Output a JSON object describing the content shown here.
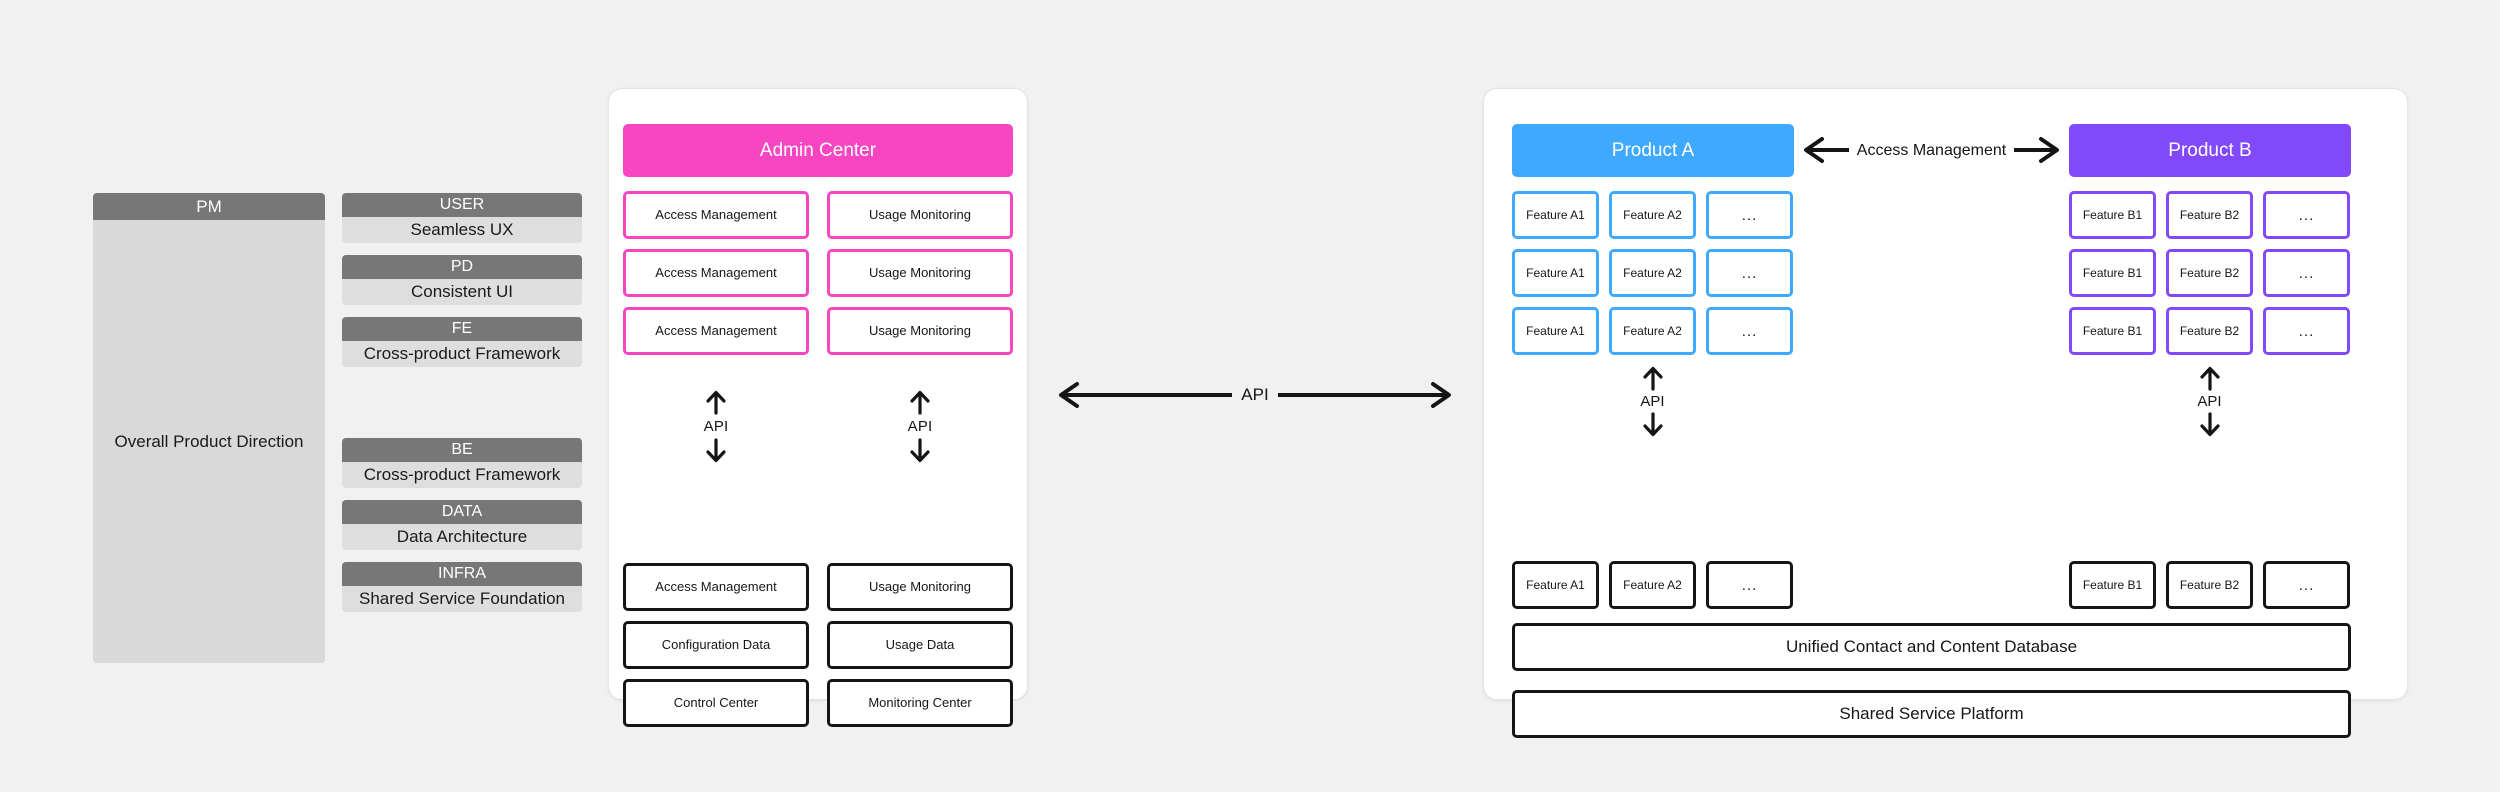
{
  "left": {
    "pm": {
      "head": "PM",
      "body": "Overall Product Direction"
    },
    "roles": [
      {
        "head": "USER",
        "sub": "Seamless UX"
      },
      {
        "head": "PD",
        "sub": "Consistent UI"
      },
      {
        "head": "FE",
        "sub": "Cross-product Framework"
      },
      {
        "head": "BE",
        "sub": "Cross-product Framework"
      },
      {
        "head": "DATA",
        "sub": "Data Architecture"
      },
      {
        "head": "INFRA",
        "sub": "Shared Service Foundation"
      }
    ]
  },
  "admin": {
    "title": "Admin Center",
    "upper_rows": [
      {
        "left": "Access Management",
        "right": "Usage Monitoring"
      },
      {
        "left": "Access Management",
        "right": "Usage Monitoring"
      },
      {
        "left": "Access Management",
        "right": "Usage Monitoring"
      }
    ],
    "api_label_left": "API",
    "api_label_right": "API",
    "lower_rows": [
      {
        "left": "Access Management",
        "right": "Usage Monitoring"
      },
      {
        "left": "Configuration Data",
        "right": "Usage Data"
      },
      {
        "left": "Control Center",
        "right": "Monitoring Center"
      }
    ]
  },
  "bridge": {
    "api_label": "API"
  },
  "products": {
    "access_management_label": "Access Management",
    "a": {
      "title": "Product A",
      "color": "#3fa9ff",
      "rows": [
        [
          "Feature A1",
          "Feature A2",
          "..."
        ],
        [
          "Feature A1",
          "Feature A2",
          "..."
        ],
        [
          "Feature A1",
          "Feature A2",
          "..."
        ]
      ],
      "api_label": "API",
      "bottom_row": [
        "Feature A1",
        "Feature A2",
        "..."
      ]
    },
    "b": {
      "title": "Product B",
      "color": "#8249fb",
      "rows": [
        [
          "Feature B1",
          "Feature B2",
          "..."
        ],
        [
          "Feature B1",
          "Feature B2",
          "..."
        ],
        [
          "Feature B1",
          "Feature B2",
          "..."
        ]
      ],
      "api_label": "API",
      "bottom_row": [
        "Feature B1",
        "Feature B2",
        "..."
      ]
    },
    "shared": {
      "database": "Unified Contact and Content Database",
      "platform": "Shared Service Platform"
    }
  },
  "colors": {
    "background": "#f1f1f1",
    "admin_pink": "#f845c2",
    "product_a_blue": "#3fa9ff",
    "product_b_purple": "#8249fb",
    "role_header_gray": "#777777",
    "role_sub_gray": "#dedede",
    "pm_body_gray": "#d9d9d9",
    "outline_black": "#151515"
  }
}
